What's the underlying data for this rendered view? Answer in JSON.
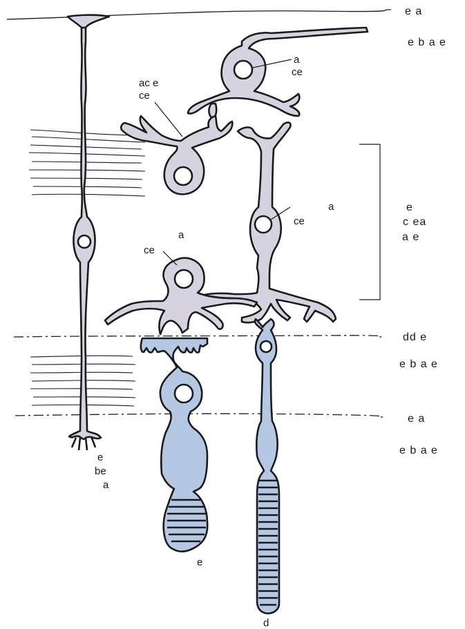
{
  "layer_labels": [
    "e  a",
    "e  b a e",
    "dd e",
    "e  b a e",
    "e  a",
    "e  b a e"
  ],
  "bracket_label": [
    "e",
    "c ea",
    "a  e"
  ],
  "cell_labels": {
    "top_cell": [
      "a",
      "ce"
    ],
    "amacrine_cell": [
      "ac    e",
      "ce"
    ],
    "middle_cell": [
      "a",
      "ce"
    ],
    "bipolar_cell_left": [
      "a",
      "ce"
    ]
  },
  "muller_label": [
    "e",
    "be",
    "a"
  ],
  "cone_label": "e",
  "rod_label": "d",
  "colors": {
    "cell_fill": "#d6d2e0",
    "photoreceptor_fill": "#b4c8e4",
    "outline": "#1a1a1a"
  }
}
